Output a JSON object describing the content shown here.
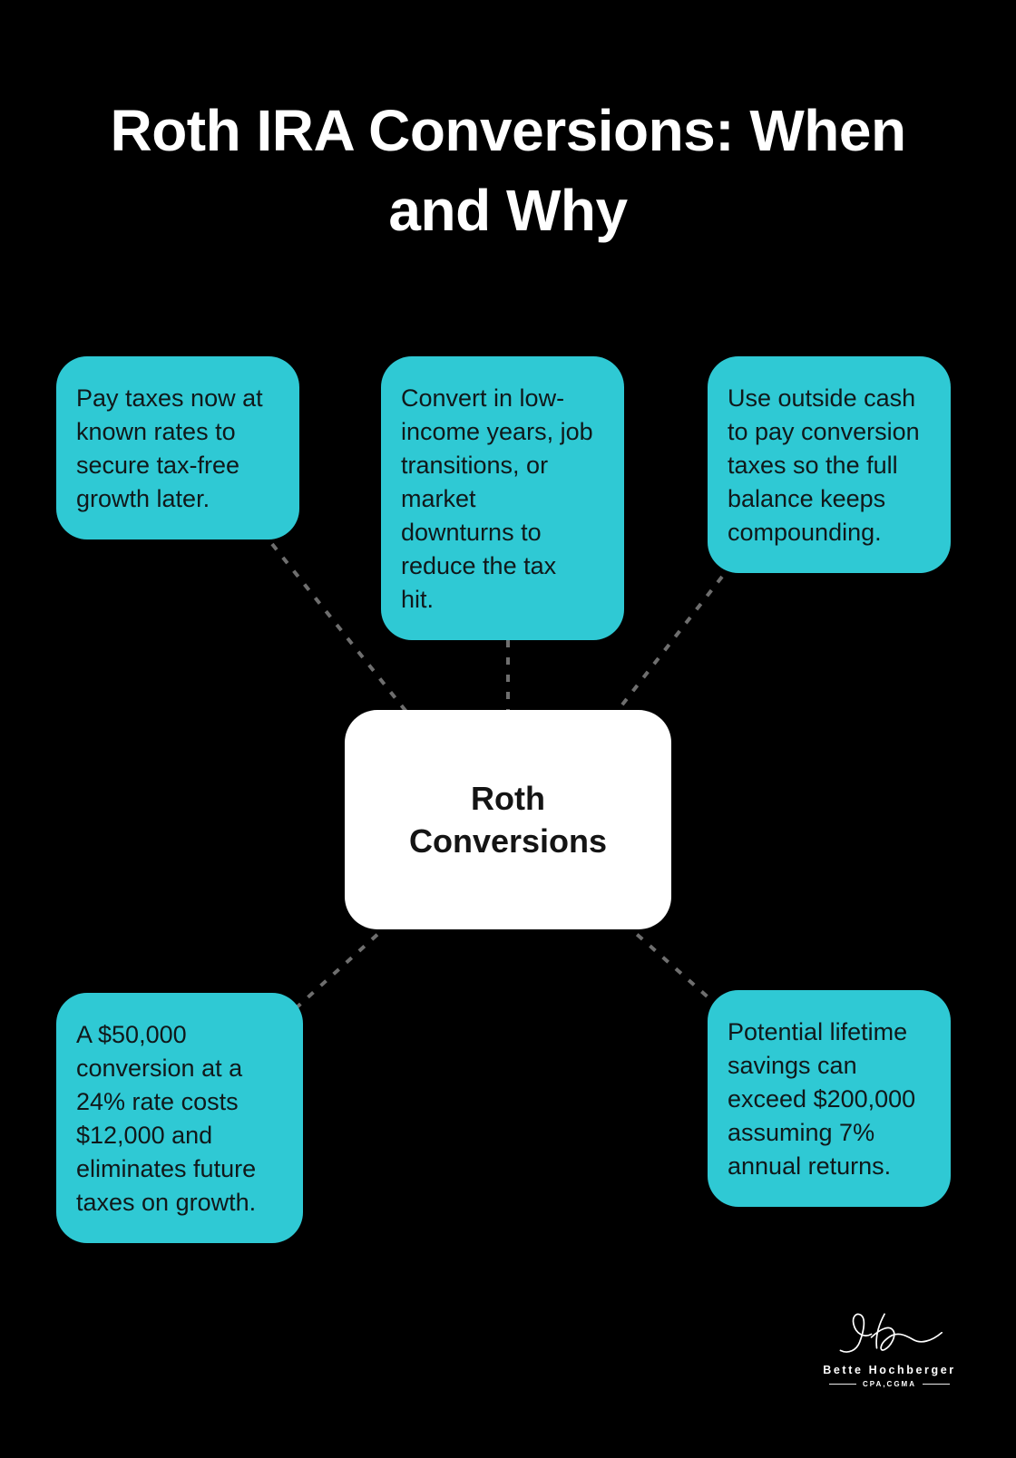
{
  "title": {
    "lines": [
      "Roth IRA Conversions: When",
      "and Why"
    ]
  },
  "center_node": {
    "lines": [
      "Roth",
      "Conversions"
    ]
  },
  "nodes": [
    {
      "name": "pay-taxes-now",
      "lines": [
        "Pay taxes now at",
        "known rates to",
        "secure tax-free",
        "growth later."
      ]
    },
    {
      "name": "convert-timing",
      "lines": [
        "Convert in low-",
        "income years, job",
        "transitions, or",
        "market",
        "downturns to",
        "reduce the tax",
        "hit."
      ]
    },
    {
      "name": "outside-cash",
      "lines": [
        "Use outside cash",
        "to pay conversion",
        "taxes so the full",
        "balance keeps",
        "compounding."
      ]
    },
    {
      "name": "conversion-cost-example",
      "lines": [
        "A $50,000",
        "conversion at a",
        "24% rate costs",
        "$12,000 and",
        "eliminates future",
        "taxes on growth."
      ]
    },
    {
      "name": "lifetime-savings",
      "lines": [
        "Potential lifetime",
        "savings can",
        "exceed $200,000",
        "assuming 7%",
        "annual returns."
      ]
    }
  ],
  "branding": {
    "monogram": "BH",
    "name": "Bette Hochberger",
    "credentials": "CPA,CGMA"
  },
  "colors": {
    "background": "#000000",
    "node_fill": "#2FC9D4",
    "node_text": "#10181A",
    "center_fill": "#FFFFFF",
    "title_text": "#FFFFFF",
    "connector": "#6E6E6E"
  }
}
